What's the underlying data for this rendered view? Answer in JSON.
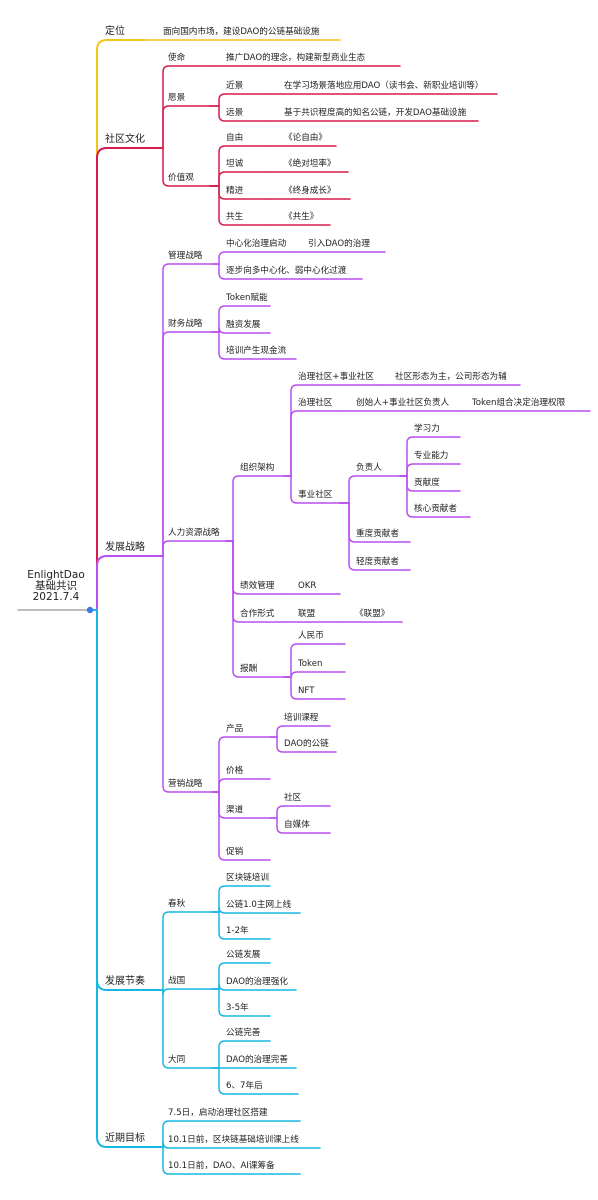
{
  "root": {
    "line1": "EnlightDao",
    "line2": "基础共识",
    "line3": "2021.7.4"
  },
  "colors": {
    "yellow": "#f4c51a",
    "red": "#d61c4e",
    "purple": "#b94fee",
    "blue": "#17b7e4",
    "root_line": "#a8a8a8",
    "root_dot": "#3b7ae0"
  },
  "nodes": [
    {
      "id": "dingwei",
      "label": "定位",
      "level": 1,
      "color": "yellow"
    },
    {
      "id": "dingwei_v",
      "label": "面向国内市场，建设DAO的公链基础设施",
      "color": "yellow"
    },
    {
      "id": "shequ",
      "label": "社区文化",
      "level": 1,
      "color": "red"
    },
    {
      "id": "shiming",
      "label": "使命",
      "color": "red"
    },
    {
      "id": "shiming_v",
      "label": "推广DAO的理念，构建新型商业生态",
      "color": "red"
    },
    {
      "id": "yuanjing",
      "label": "愿景",
      "color": "red"
    },
    {
      "id": "jinjing",
      "label": "近景",
      "color": "red"
    },
    {
      "id": "jinjing_v",
      "label": "在学习场景落地应用DAO（读书会、新职业培训等）",
      "color": "red"
    },
    {
      "id": "yuanjing2",
      "label": "远景",
      "color": "red"
    },
    {
      "id": "yuanjing2_v",
      "label": "基于共识程度高的知名公链，开发DAO基础设施",
      "color": "red"
    },
    {
      "id": "jiazhi",
      "label": "价值观",
      "color": "red"
    },
    {
      "id": "ziyou",
      "label": "自由",
      "color": "red"
    },
    {
      "id": "ziyou_v",
      "label": "《论自由》",
      "color": "red"
    },
    {
      "id": "tancheng",
      "label": "坦诚",
      "color": "red"
    },
    {
      "id": "tancheng_v",
      "label": "《绝对坦率》",
      "color": "red"
    },
    {
      "id": "jingjin",
      "label": "精进",
      "color": "red"
    },
    {
      "id": "jingjin_v",
      "label": "《终身成长》",
      "color": "red"
    },
    {
      "id": "gongsheng",
      "label": "共生",
      "color": "red"
    },
    {
      "id": "gongsheng_v",
      "label": "《共生》",
      "color": "red"
    },
    {
      "id": "fazhan",
      "label": "发展战略",
      "level": 1,
      "color": "purple"
    },
    {
      "id": "guanli",
      "label": "管理战略",
      "color": "purple"
    },
    {
      "id": "zhongxin",
      "label": "中心化治理启动",
      "color": "purple"
    },
    {
      "id": "zhongxin_v",
      "label": "引入DAO的治理",
      "color": "purple"
    },
    {
      "id": "zhubu",
      "label": "逐步向多中心化、弱中心化过渡",
      "color": "purple"
    },
    {
      "id": "caiwu",
      "label": "财务战略",
      "color": "purple"
    },
    {
      "id": "token_fn",
      "label": "Token赋能",
      "color": "purple"
    },
    {
      "id": "rongzi",
      "label": "融资发展",
      "color": "purple"
    },
    {
      "id": "peixun_xj",
      "label": "培训产生现金流",
      "color": "purple"
    },
    {
      "id": "renli",
      "label": "人力资源战略",
      "color": "purple"
    },
    {
      "id": "zuzhi",
      "label": "组织架构",
      "color": "purple"
    },
    {
      "id": "zl_sy",
      "label": "治理社区+事业社区",
      "color": "purple"
    },
    {
      "id": "zl_sy_v",
      "label": "社区形态为主，公司形态为辅",
      "color": "purple"
    },
    {
      "id": "zlsq",
      "label": "治理社区",
      "color": "purple"
    },
    {
      "id": "zlsq_v",
      "label": "创始人+事业社区负责人",
      "color": "purple"
    },
    {
      "id": "zlsq_v2",
      "label": "Token组合决定治理权限",
      "color": "purple"
    },
    {
      "id": "sysq",
      "label": "事业社区",
      "color": "purple"
    },
    {
      "id": "fzr",
      "label": "负责人",
      "color": "purple"
    },
    {
      "id": "xxl",
      "label": "学习力",
      "color": "purple"
    },
    {
      "id": "zynl",
      "label": "专业能力",
      "color": "purple"
    },
    {
      "id": "gxd",
      "label": "贡献度",
      "color": "purple"
    },
    {
      "id": "hxgx",
      "label": "核心贡献者",
      "color": "purple"
    },
    {
      "id": "zdgx",
      "label": "重度贡献者",
      "color": "purple"
    },
    {
      "id": "qdgx",
      "label": "轻度贡献者",
      "color": "purple"
    },
    {
      "id": "jixiao",
      "label": "绩效管理",
      "color": "purple"
    },
    {
      "id": "okr",
      "label": "OKR",
      "color": "purple"
    },
    {
      "id": "hezuo",
      "label": "合作形式",
      "color": "purple"
    },
    {
      "id": "lianmeng",
      "label": "联盟",
      "color": "purple"
    },
    {
      "id": "lianmeng_v",
      "label": "《联盟》",
      "color": "purple"
    },
    {
      "id": "baochou",
      "label": "报酬",
      "color": "purple"
    },
    {
      "id": "rmb",
      "label": "人民币",
      "color": "purple"
    },
    {
      "id": "token",
      "label": "Token",
      "color": "purple"
    },
    {
      "id": "nft",
      "label": "NFT",
      "color": "purple"
    },
    {
      "id": "yingxiao",
      "label": "营销战略",
      "color": "purple"
    },
    {
      "id": "chanpin",
      "label": "产品",
      "color": "purple"
    },
    {
      "id": "pxkc",
      "label": "培训课程",
      "color": "purple"
    },
    {
      "id": "daogl",
      "label": "DAO的公链",
      "color": "purple"
    },
    {
      "id": "jiage",
      "label": "价格",
      "color": "purple"
    },
    {
      "id": "qudao",
      "label": "渠道",
      "color": "purple"
    },
    {
      "id": "shequ2",
      "label": "社区",
      "color": "purple"
    },
    {
      "id": "zimeiti",
      "label": "自媒体",
      "color": "purple"
    },
    {
      "id": "cuxiao",
      "label": "促销",
      "color": "purple"
    },
    {
      "id": "jiezou",
      "label": "发展节奏",
      "level": 1,
      "color": "blue"
    },
    {
      "id": "chunqiu",
      "label": "春秋",
      "color": "blue"
    },
    {
      "id": "qkl_px",
      "label": "区块链培训",
      "color": "blue"
    },
    {
      "id": "gl10",
      "label": "公链1.0主网上线",
      "color": "blue"
    },
    {
      "id": "y12",
      "label": "1-2年",
      "color": "blue"
    },
    {
      "id": "zhanguo",
      "label": "战国",
      "color": "blue"
    },
    {
      "id": "glfz",
      "label": "公链发展",
      "color": "blue"
    },
    {
      "id": "dao_zlqh",
      "label": "DAO的治理强化",
      "color": "blue"
    },
    {
      "id": "y35",
      "label": "3-5年",
      "color": "blue"
    },
    {
      "id": "datong",
      "label": "大同",
      "color": "blue"
    },
    {
      "id": "glws",
      "label": "公链完善",
      "color": "blue"
    },
    {
      "id": "dao_zlws",
      "label": "DAO的治理完善",
      "color": "blue"
    },
    {
      "id": "y67",
      "label": "6、7年后",
      "color": "blue"
    },
    {
      "id": "jinqi",
      "label": "近期目标",
      "level": 1,
      "color": "blue"
    },
    {
      "id": "m75",
      "label": "7.5日，启动治理社区搭建",
      "color": "blue"
    },
    {
      "id": "m101a",
      "label": "10.1日前，区块链基础培训课上线",
      "color": "blue"
    },
    {
      "id": "m101b",
      "label": "10.1日前，DAO、AI课筹备",
      "color": "blue"
    }
  ]
}
